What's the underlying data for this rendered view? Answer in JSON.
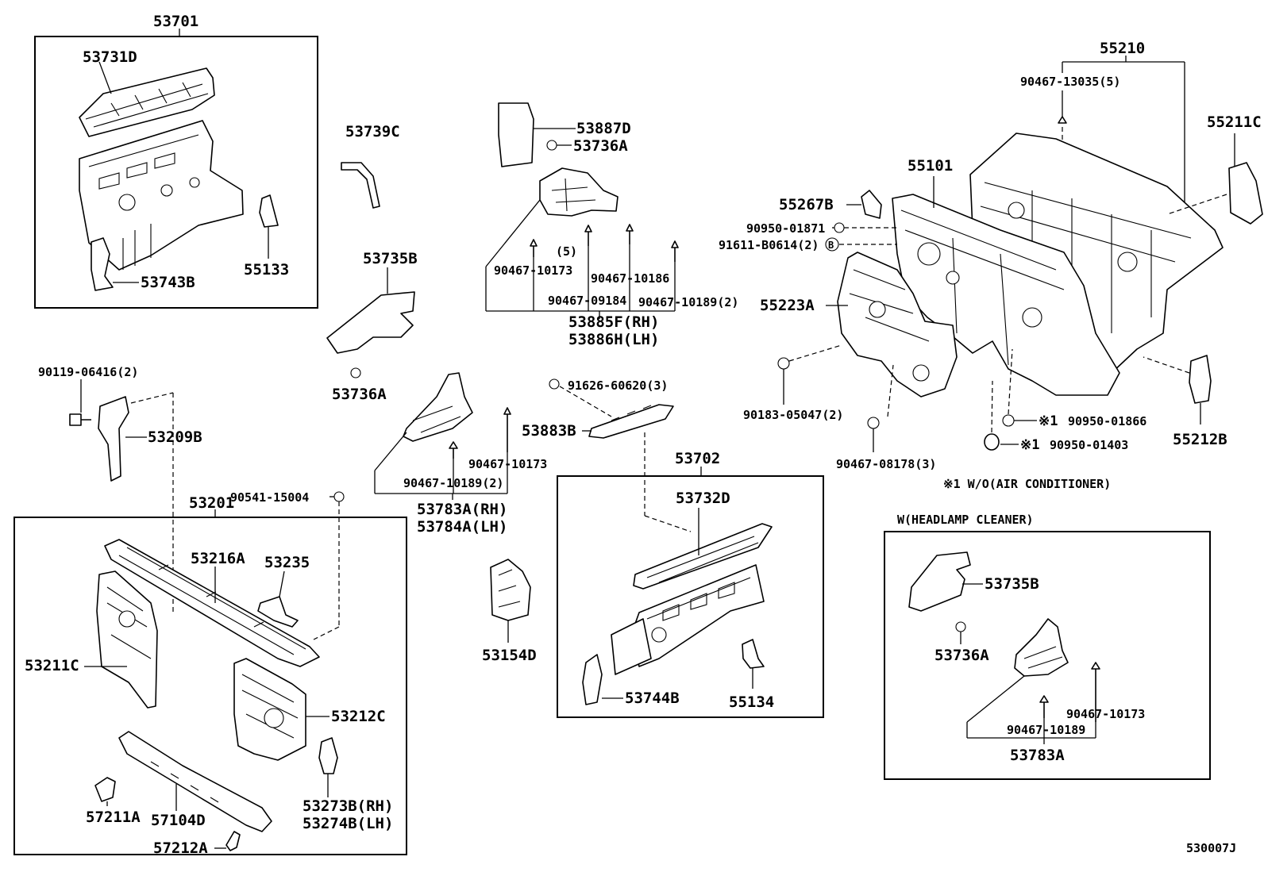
{
  "diagram_code": "530007J",
  "groups": {
    "upper_left": "53701",
    "center_right": "53702",
    "lower_left": "53201",
    "dash_panel": "55210"
  },
  "headlamp_box": {
    "title": "W(HEADLAMP  CLEANER)",
    "parts": {
      "shield": "53735B",
      "clip": "53736A",
      "bolt1": "90467-10173",
      "bolt2": "90467-10189",
      "seal": "53783A"
    }
  },
  "note": "※1 W/O(AIR CONDITIONER)",
  "labels": {
    "p53731D": "53731D",
    "p53743B": "53743B",
    "p55133": "55133",
    "p53739C": "53739C",
    "p53735B": "53735B",
    "p53736A_a": "53736A",
    "p53887D": "53887D",
    "p53736A_b": "53736A",
    "p_5": "(5)",
    "p90467_10173_a": "90467-10173",
    "p90467_10186": "90467-10186",
    "p90467_09184": "90467-09184",
    "p90467_10189_2a": "90467-10189(2)",
    "p53885F": "53885F(RH)",
    "p53886H": "53886H(LH)",
    "p91626": "91626-60620(3)",
    "p53883B": "53883B",
    "p90467_10173_b": "90467-10173",
    "p90467_10189_2b": "90467-10189(2)",
    "p53783A_rh": "53783A(RH)",
    "p53784A_lh": "53784A(LH)",
    "p90119": "90119-06416(2)",
    "p53209B": "53209B",
    "p90541": "90541-15004",
    "p53216A": "53216A",
    "p53235": "53235",
    "p53211C": "53211C",
    "p53212C": "53212C",
    "p53273B": "53273B(RH)",
    "p53274B": "53274B(LH)",
    "p57211A": "57211A",
    "p57104D": "57104D",
    "p57212A": "57212A",
    "p53154D": "53154D",
    "p53732D": "53732D",
    "p53744B": "53744B",
    "p55134": "55134",
    "p90467_13035": "90467-13035(5)",
    "p55211C": "55211C",
    "p55101": "55101",
    "p55267B": "55267B",
    "p90950_01871": "90950-01871",
    "p91611": "91611-B0614(2)",
    "circleB": "B",
    "p55223A": "55223A",
    "p90183": "90183-05047(2)",
    "p90467_08178": "90467-08178(3)",
    "p90950_01866": "90950-01866",
    "p90950_01403": "90950-01403",
    "mark1a": "※1",
    "mark1b": "※1",
    "p55212B": "55212B"
  }
}
